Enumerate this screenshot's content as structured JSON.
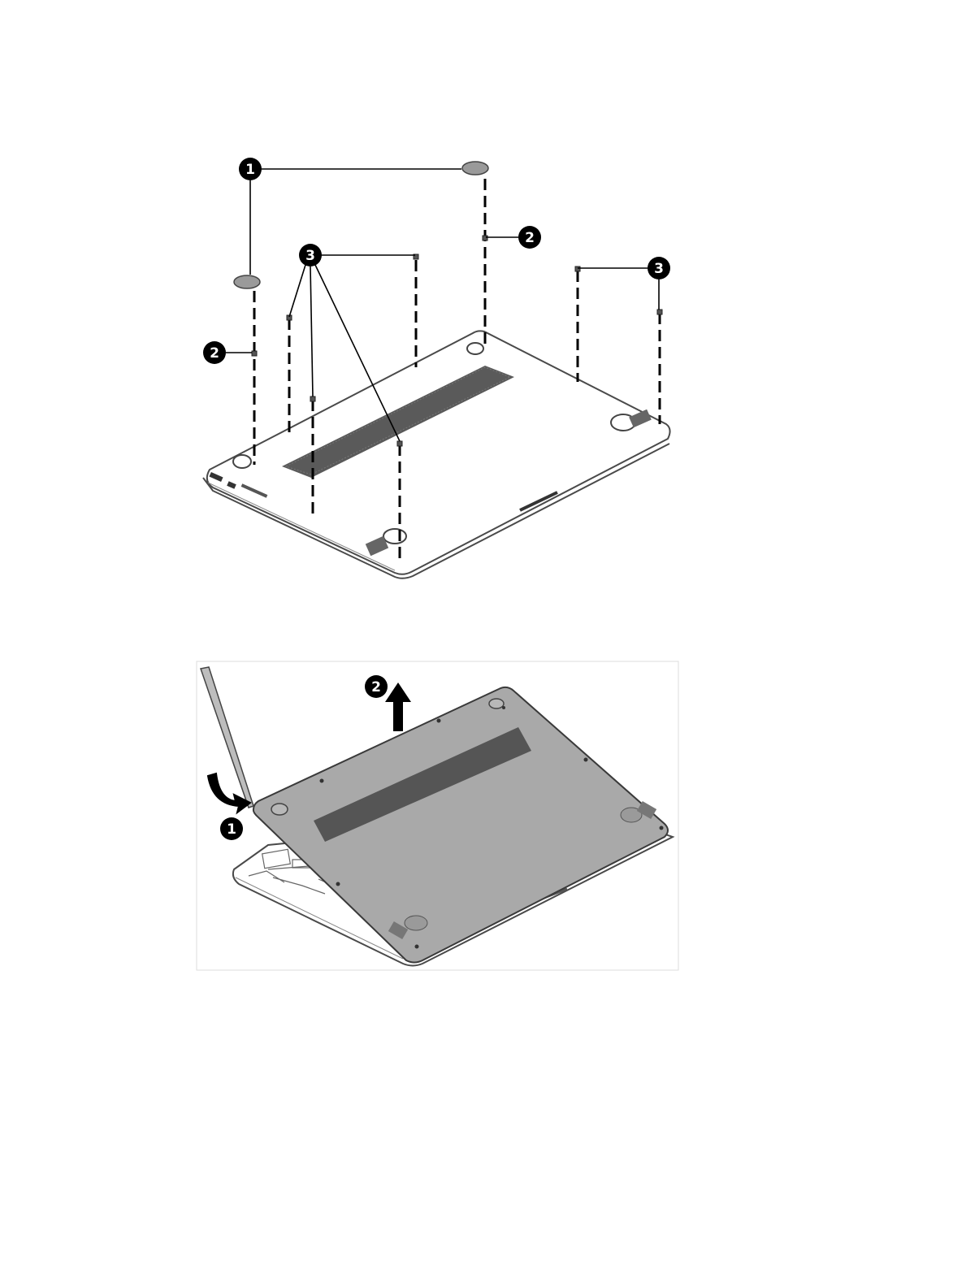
{
  "figure_top": {
    "callouts": [
      {
        "id": "c1",
        "label": "1"
      },
      {
        "id": "c2a",
        "label": "2"
      },
      {
        "id": "c2b",
        "label": "2"
      },
      {
        "id": "c3a",
        "label": "3"
      },
      {
        "id": "c3b",
        "label": "3"
      }
    ]
  },
  "figure_bottom": {
    "callouts": [
      {
        "id": "b1",
        "label": "1"
      },
      {
        "id": "b2",
        "label": "2"
      }
    ]
  },
  "colors": {
    "ink": "#000000",
    "panel_gray": "#a9a9a9",
    "vent_dark": "#555555",
    "foot_gray": "#9a9a9a"
  }
}
